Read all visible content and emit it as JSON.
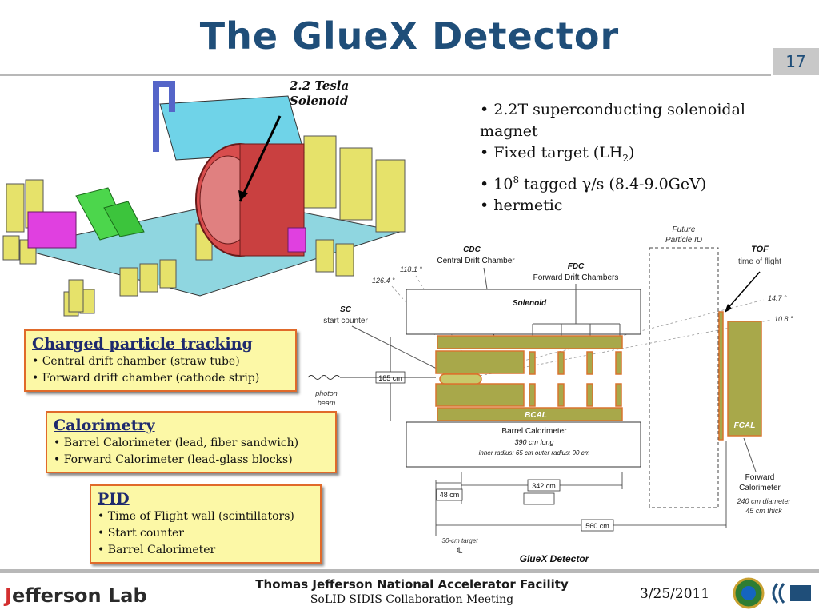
{
  "title": "The GlueX Detector",
  "page_number": "17",
  "callout_label": [
    "2.2 Tesla",
    "Solenoid"
  ],
  "bullets": {
    "b1": "• 2.2T superconducting solenoidal magnet",
    "b2_pre": "• Fixed target (LH",
    "b2_sub": "2",
    "b2_post": ")",
    "b3_pre": "• 10",
    "b3_sup": "8",
    "b3_post": " tagged γ/s (8.4-9.0GeV)",
    "b4": "• hermetic"
  },
  "boxes": {
    "tracking": {
      "title": "Charged particle tracking",
      "items": [
        "• Central drift chamber (straw tube)",
        "• Forward drift chamber (cathode strip)"
      ]
    },
    "calorimetry": {
      "title": "Calorimetry",
      "items": [
        "• Barrel Calorimeter (lead, fiber sandwich)",
        "• Forward Calorimeter (lead-glass blocks)"
      ]
    },
    "pid": {
      "title": "PID",
      "items": [
        "• Time of Flight wall (scintillators)",
        "• Start counter",
        "• Barrel Calorimeter"
      ]
    }
  },
  "diagram": {
    "future": [
      "Future",
      "Particle ID"
    ],
    "tof": "TOF",
    "tof_sub": "time of flight",
    "cdc": "CDC",
    "cdc_sub": "Central Drift Chamber",
    "fdc": "FDC",
    "fdc_sub": "Forward Drift Chambers",
    "angle_118": "118.1 °",
    "angle_126": "126.4 °",
    "angle_147": "14.7 °",
    "angle_108": "10.8 °",
    "sc": "SC",
    "sc_sub": "start counter",
    "solenoid": "Solenoid",
    "dim_185": "185 cm",
    "photon": [
      "photon",
      "beam"
    ],
    "bcal": "BCAL",
    "fcal": "FCAL",
    "barrel_label": "Barrel Calorimeter",
    "barrel_long": "390 cm long",
    "barrel_radii": "inner radius: 65 cm   outer radius: 90 cm",
    "forward_cal": [
      "Forward",
      "Calorimeter"
    ],
    "fcal_dims": [
      "240 cm diameter",
      "45 cm thick"
    ],
    "dim_342": "342 cm",
    "dim_48": "48 cm",
    "dim_560": "560 cm",
    "target": "30-cm target",
    "cl": "℄",
    "caption": "GlueX Detector"
  },
  "footer": {
    "lab_j": "J",
    "lab_rest": "efferson Lab",
    "facility": "Thomas Jefferson National Accelerator Facility",
    "meeting": "SoLID SIDIS Collaboration Meeting",
    "date": "3/25/2011"
  },
  "colors": {
    "title": "#1f4e79",
    "box_fill": "#fcf8a6",
    "box_border": "#e06a2a",
    "detector_olive": "#a8a84a",
    "detector_border": "#d9742f"
  }
}
